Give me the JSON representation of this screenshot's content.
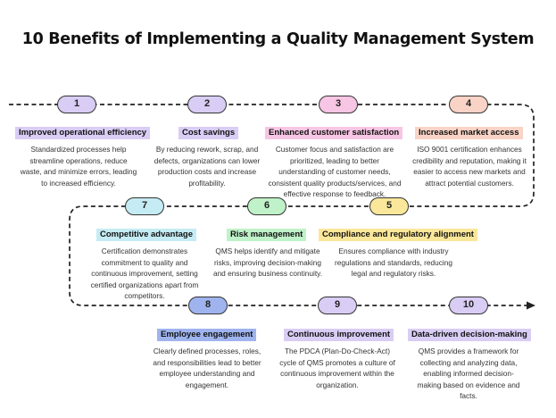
{
  "title": "10 Benefits of Implementing a Quality Management System",
  "colors": {
    "purple": "#d9cdf5",
    "pink": "#f7c6e4",
    "peach": "#f9d3c6",
    "yellow": "#fbe79a",
    "green": "#bff2c8",
    "cyan": "#c5ecf4",
    "blue": "#9fb4ee",
    "path": "#222222"
  },
  "benefits": [
    {
      "number": "1",
      "title": "Improved operational efficiency",
      "description": "Standardized processes help streamline operations, reduce waste, and minimize errors, leading to increased efficiency."
    },
    {
      "number": "2",
      "title": "Cost savings",
      "description": "By reducing rework, scrap, and defects, organizations can lower production costs and increase profitability."
    },
    {
      "number": "3",
      "title": "Enhanced customer satisfaction",
      "description": "Customer focus and satisfaction are prioritized, leading to better understanding of customer needs, consistent quality products/services, and effective response to feedback."
    },
    {
      "number": "4",
      "title": "Increased market access",
      "description": "ISO 9001 certification enhances credibility and reputation, making it easier to access new markets and attract potential customers."
    },
    {
      "number": "5",
      "title": "Compliance and regulatory alignment",
      "description": "Ensures compliance with industry regulations and standards, reducing legal and regulatory risks."
    },
    {
      "number": "6",
      "title": "Risk management",
      "description": "QMS helps identify and mitigate risks, improving decision-making and ensuring business continuity."
    },
    {
      "number": "7",
      "title": "Competitive advantage",
      "description": "Certification demonstrates commitment to quality and continuous improvement, setting certified organizations apart from competitors."
    },
    {
      "number": "8",
      "title": "Employee engagement",
      "description": "Clearly defined processes, roles, and responsibilities lead to better employee understanding and engagement."
    },
    {
      "number": "9",
      "title": "Continuous improvement",
      "description": "The PDCA (Plan-Do-Check-Act) cycle of QMS promotes a culture of continuous improvement within the organization."
    },
    {
      "number": "10",
      "title": "Data-driven decision-making",
      "description": "QMS provides a framework for collecting and analyzing data, enabling informed decision-making based on evidence and facts."
    }
  ]
}
